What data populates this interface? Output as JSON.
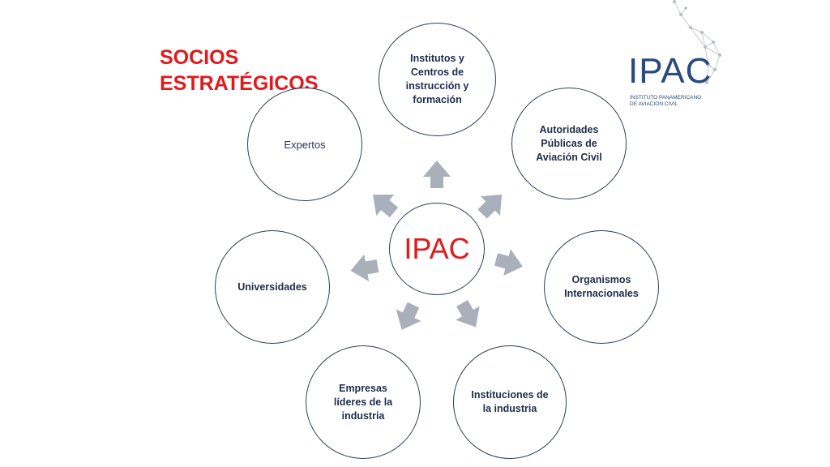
{
  "title": {
    "line1": "SOCIOS",
    "line2": "ESTRATÉGICOS"
  },
  "center": {
    "label": "IPAC"
  },
  "nodes": {
    "institutos": "Institutos y Centros de instrucción y formación",
    "autoridades": "Autoridades Públicas de Aviación Civil",
    "organismos": "Organismos Internacionales",
    "instituciones": "Instituciones de la industria",
    "empresas": "Empresas líderes de la industria",
    "universidades": "Universidades",
    "expertos": "Expertos"
  },
  "logo": {
    "word": "IPAC",
    "sub_line1": "INSTITUTO PANAMERICANO",
    "sub_line2": "DE AVIACIÓN CIVIL"
  },
  "colors": {
    "accent_red": "#e3181b",
    "circle_border": "#2f3e5c",
    "arrow_gray": "#aab0ba",
    "logo_blue": "#2c4a7a"
  }
}
